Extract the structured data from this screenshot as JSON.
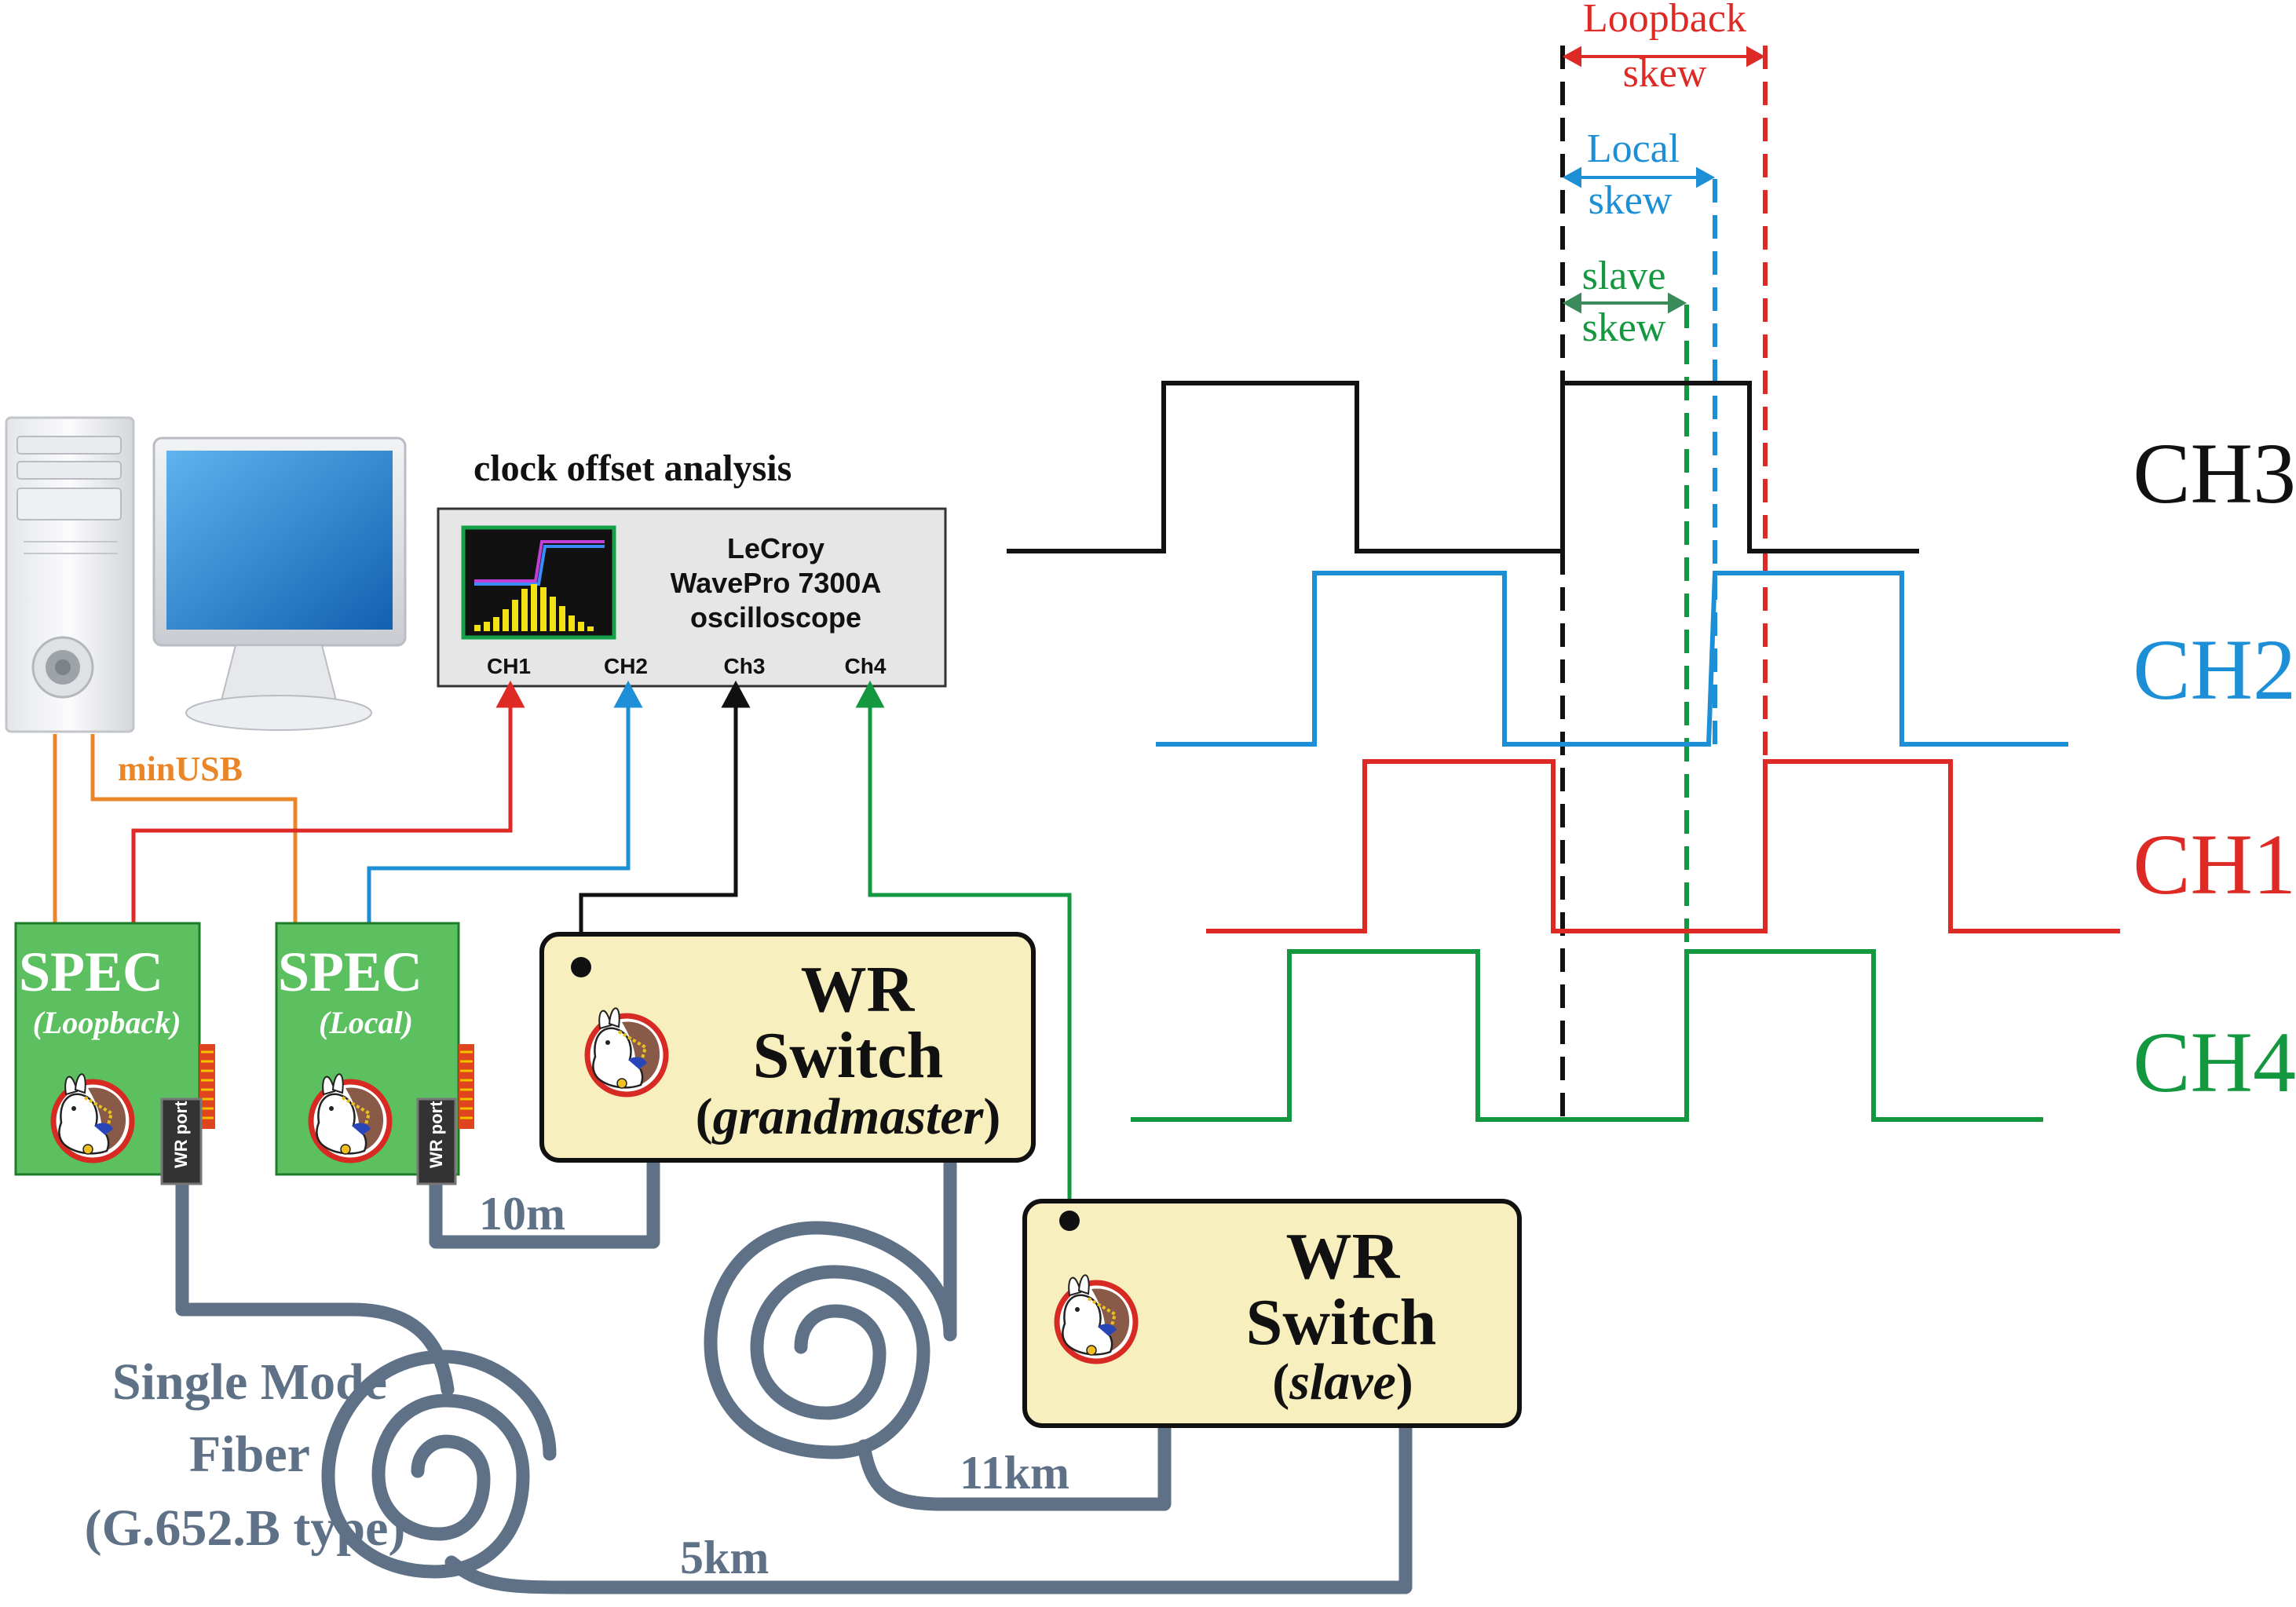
{
  "oscilloscope": {
    "title": "clock offset analysis",
    "model_line1": "LeCroy",
    "model_line2": "WavePro 7300A",
    "model_line3": "oscilloscope",
    "channels": [
      "CH1",
      "CH2",
      "Ch3",
      "Ch4"
    ]
  },
  "usb_label": "minUSB",
  "spec_cards": [
    {
      "name": "SPEC",
      "role": "Loopback",
      "port": "WR port"
    },
    {
      "name": "SPEC",
      "role": "Local",
      "port": "WR port"
    }
  ],
  "switches": [
    {
      "line1": "WR",
      "line2": "Switch",
      "role": "grandmaster"
    },
    {
      "line1": "WR",
      "line2": "Switch",
      "role": "slave"
    }
  ],
  "fiber": {
    "label_line1": "Single Mode",
    "label_line2": "Fiber",
    "label_line3": "(G.652.B type)",
    "len_10m": "10m",
    "len_11km": "11km",
    "len_5km": "5km"
  },
  "timing": {
    "loopback_skew_1": "Loopback",
    "loopback_skew_2": "skew",
    "local_skew_1": "Local",
    "local_skew_2": "skew",
    "slave_skew_1": "slave",
    "slave_skew_2": "skew",
    "channel_labels": [
      "CH3",
      "CH2",
      "CH1",
      "CH4"
    ]
  },
  "colors": {
    "ch1": "#dd2a24",
    "ch2": "#1d8fd6",
    "ch3": "#111111",
    "ch4": "#13983f",
    "usb": "#e9862a",
    "fiber": "#5f7186",
    "spec_green": "#5cc060",
    "switch_fill": "#f8efbf"
  },
  "icons": {
    "computer": "computer-icon",
    "rabbit_logo": "white-rabbit-logo"
  }
}
